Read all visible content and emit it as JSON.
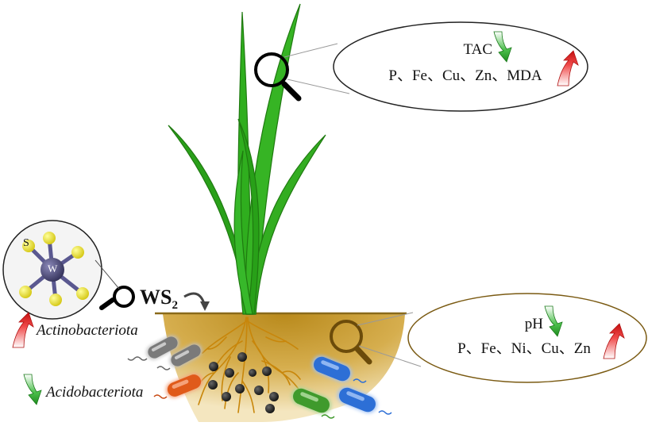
{
  "plant_callout": {
    "line1": "TAC",
    "line2": "P、Fe、Cu、Zn、MDA",
    "line1_trend": "down",
    "line2_trend": "up"
  },
  "soil_callout": {
    "line1": "pH",
    "line2": "P、Fe、Ni、Cu、Zn",
    "line1_trend": "down",
    "line2_trend": "up"
  },
  "molecule": {
    "center_atom": "W",
    "ligand_atom": "S"
  },
  "ws2_label": {
    "main": "WS",
    "subscript": "2"
  },
  "bacteria": [
    {
      "name": "Actinobacteriota",
      "trend": "up"
    },
    {
      "name": "Acidobacteriota",
      "trend": "down"
    }
  ],
  "colors": {
    "leaf": "#2fae1e",
    "leaf_dark": "#1f7a10",
    "soil": "#c79a28",
    "root": "#c8860a",
    "arrow_up": "#e01e1e",
    "arrow_down": "#2aa52a",
    "sulfur": "#f2e82a",
    "tungsten": "#4a4870",
    "cell_blue": "#2d6fd6",
    "cell_green": "#3f9a2c",
    "cell_orange": "#e05a1a",
    "cell_gray": "#8a8a8a"
  },
  "icons": [
    "magnifier-icon",
    "up-arrow-icon",
    "down-arrow-icon",
    "curved-arrow-icon"
  ]
}
